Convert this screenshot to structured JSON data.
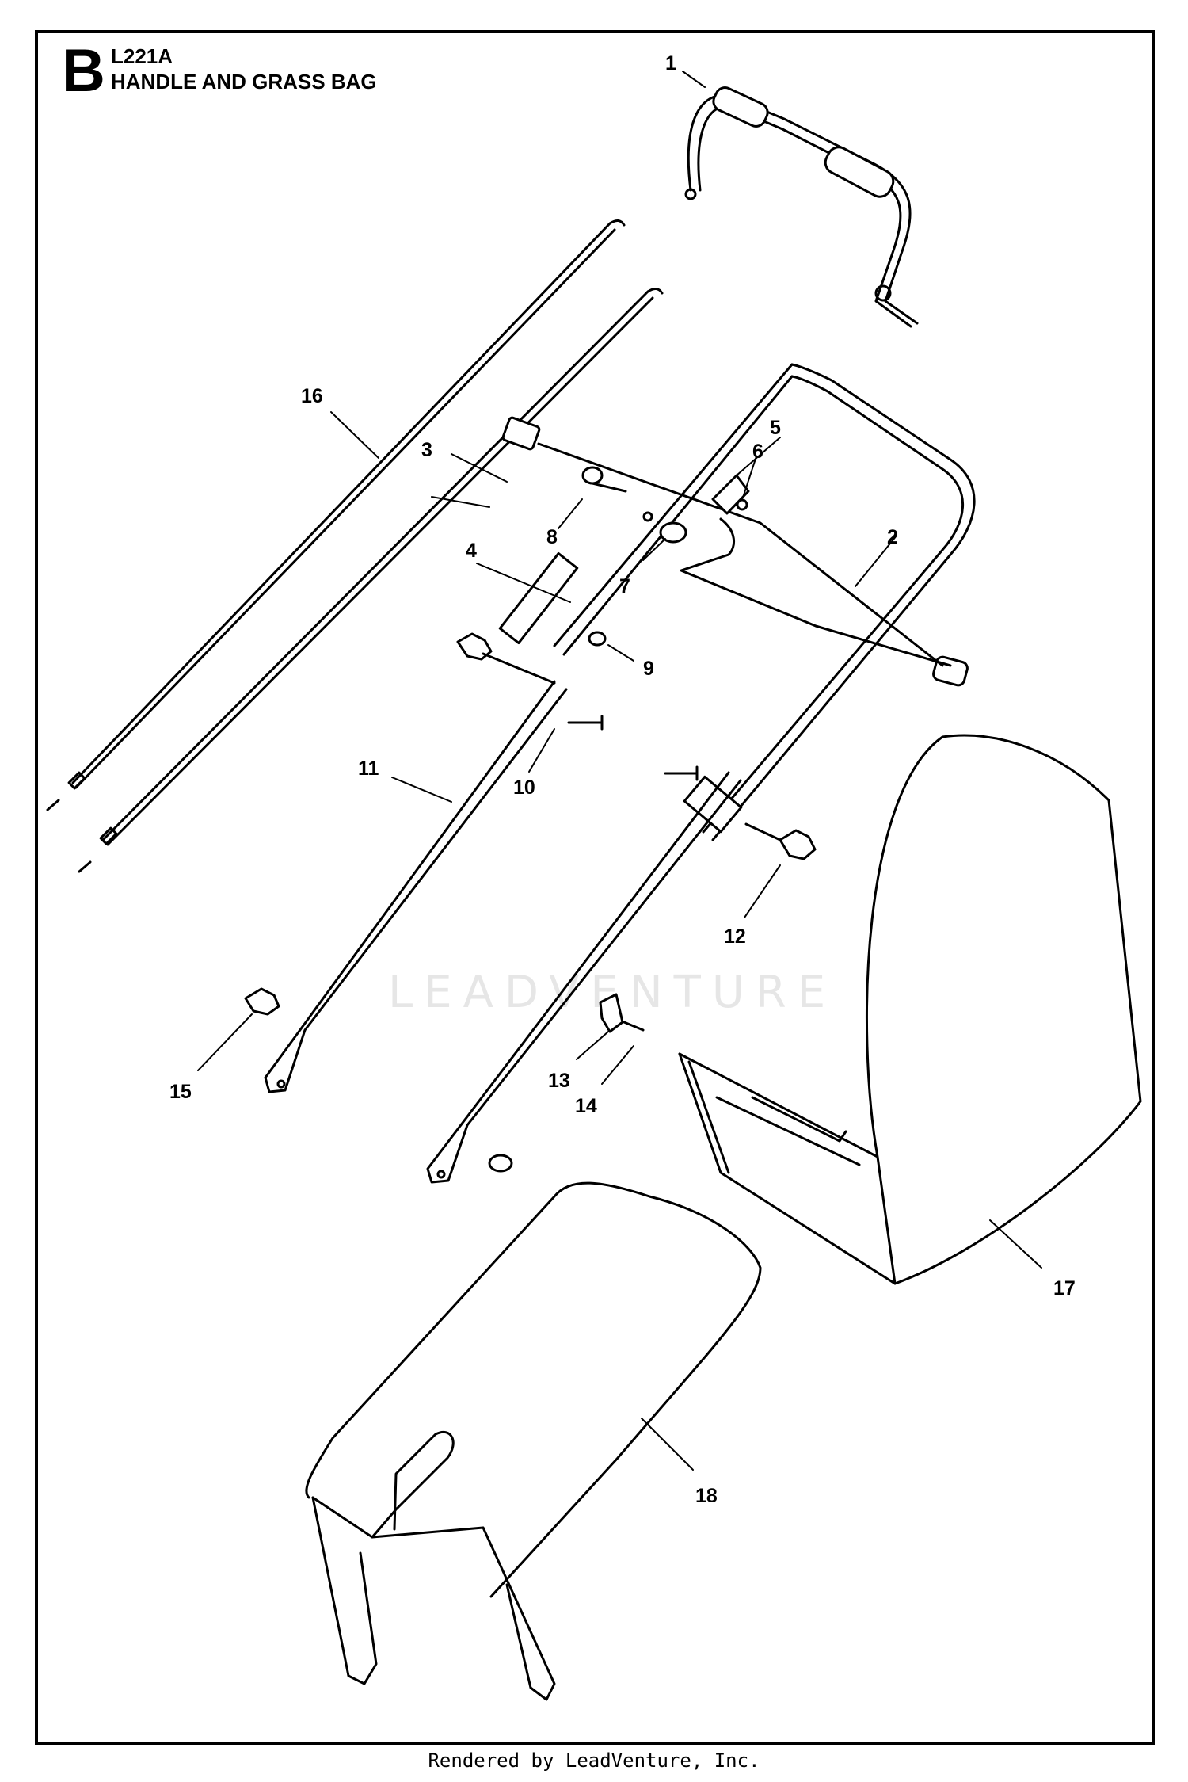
{
  "header": {
    "section_letter": "B",
    "model_code": "L221A",
    "section_title": "HANDLE AND GRASS BAG"
  },
  "callouts": [
    "1",
    "2",
    "3",
    "4",
    "5",
    "6",
    "7",
    "8",
    "9",
    "10",
    "11",
    "12",
    "13",
    "14",
    "15",
    "16",
    "17",
    "18"
  ],
  "watermark": "LEADVENTURE",
  "footer": "Rendered by LeadVenture, Inc."
}
